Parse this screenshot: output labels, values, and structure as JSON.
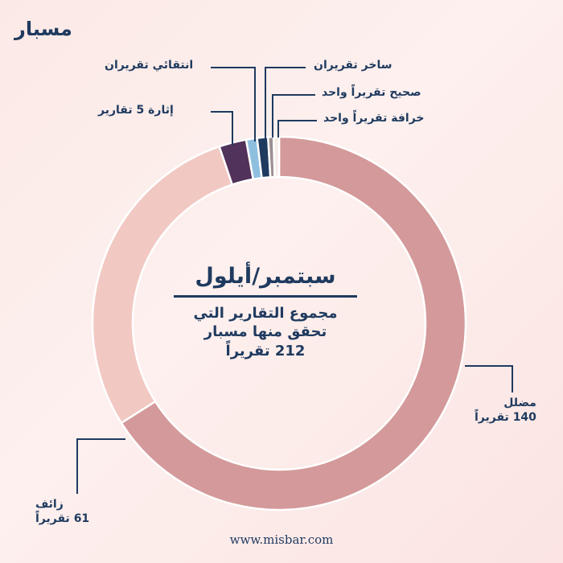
{
  "brand": "مسبار",
  "center": {
    "month": "سبتمبر/أيلول",
    "line1": "مجموع التقارير التي",
    "line2": "تحقق منها مسبار",
    "line3": "212 تقريراً"
  },
  "footer": "www.misbar.com",
  "chart_data": {
    "type": "pie",
    "title": "سبتمبر/أيلول",
    "total": 212,
    "series": [
      {
        "name": "مضلل",
        "value": 140,
        "count_label": "140 تقريراً",
        "color": "#d4999a"
      },
      {
        "name": "زائف",
        "value": 61,
        "count_label": "61 تقريراً",
        "color": "#f2c8c2"
      },
      {
        "name": "إثارة",
        "value": 5,
        "count_label": "5 تقارير",
        "color": "#51325a"
      },
      {
        "name": "انتقائي",
        "value": 2,
        "count_label": "تقريران",
        "color": "#8fbfdf"
      },
      {
        "name": "ساخر",
        "value": 2,
        "count_label": "تقريران",
        "color": "#1f3a5f"
      },
      {
        "name": "صحيح",
        "value": 1,
        "count_label": "تقريراً واحد",
        "color": "#9c8f92"
      },
      {
        "name": "خرافة",
        "value": 1,
        "count_label": "تقريراً واحد",
        "color": "#f6ece8"
      }
    ]
  },
  "colors": {
    "text": "#1f3a5f",
    "gap": "#ffffff"
  }
}
